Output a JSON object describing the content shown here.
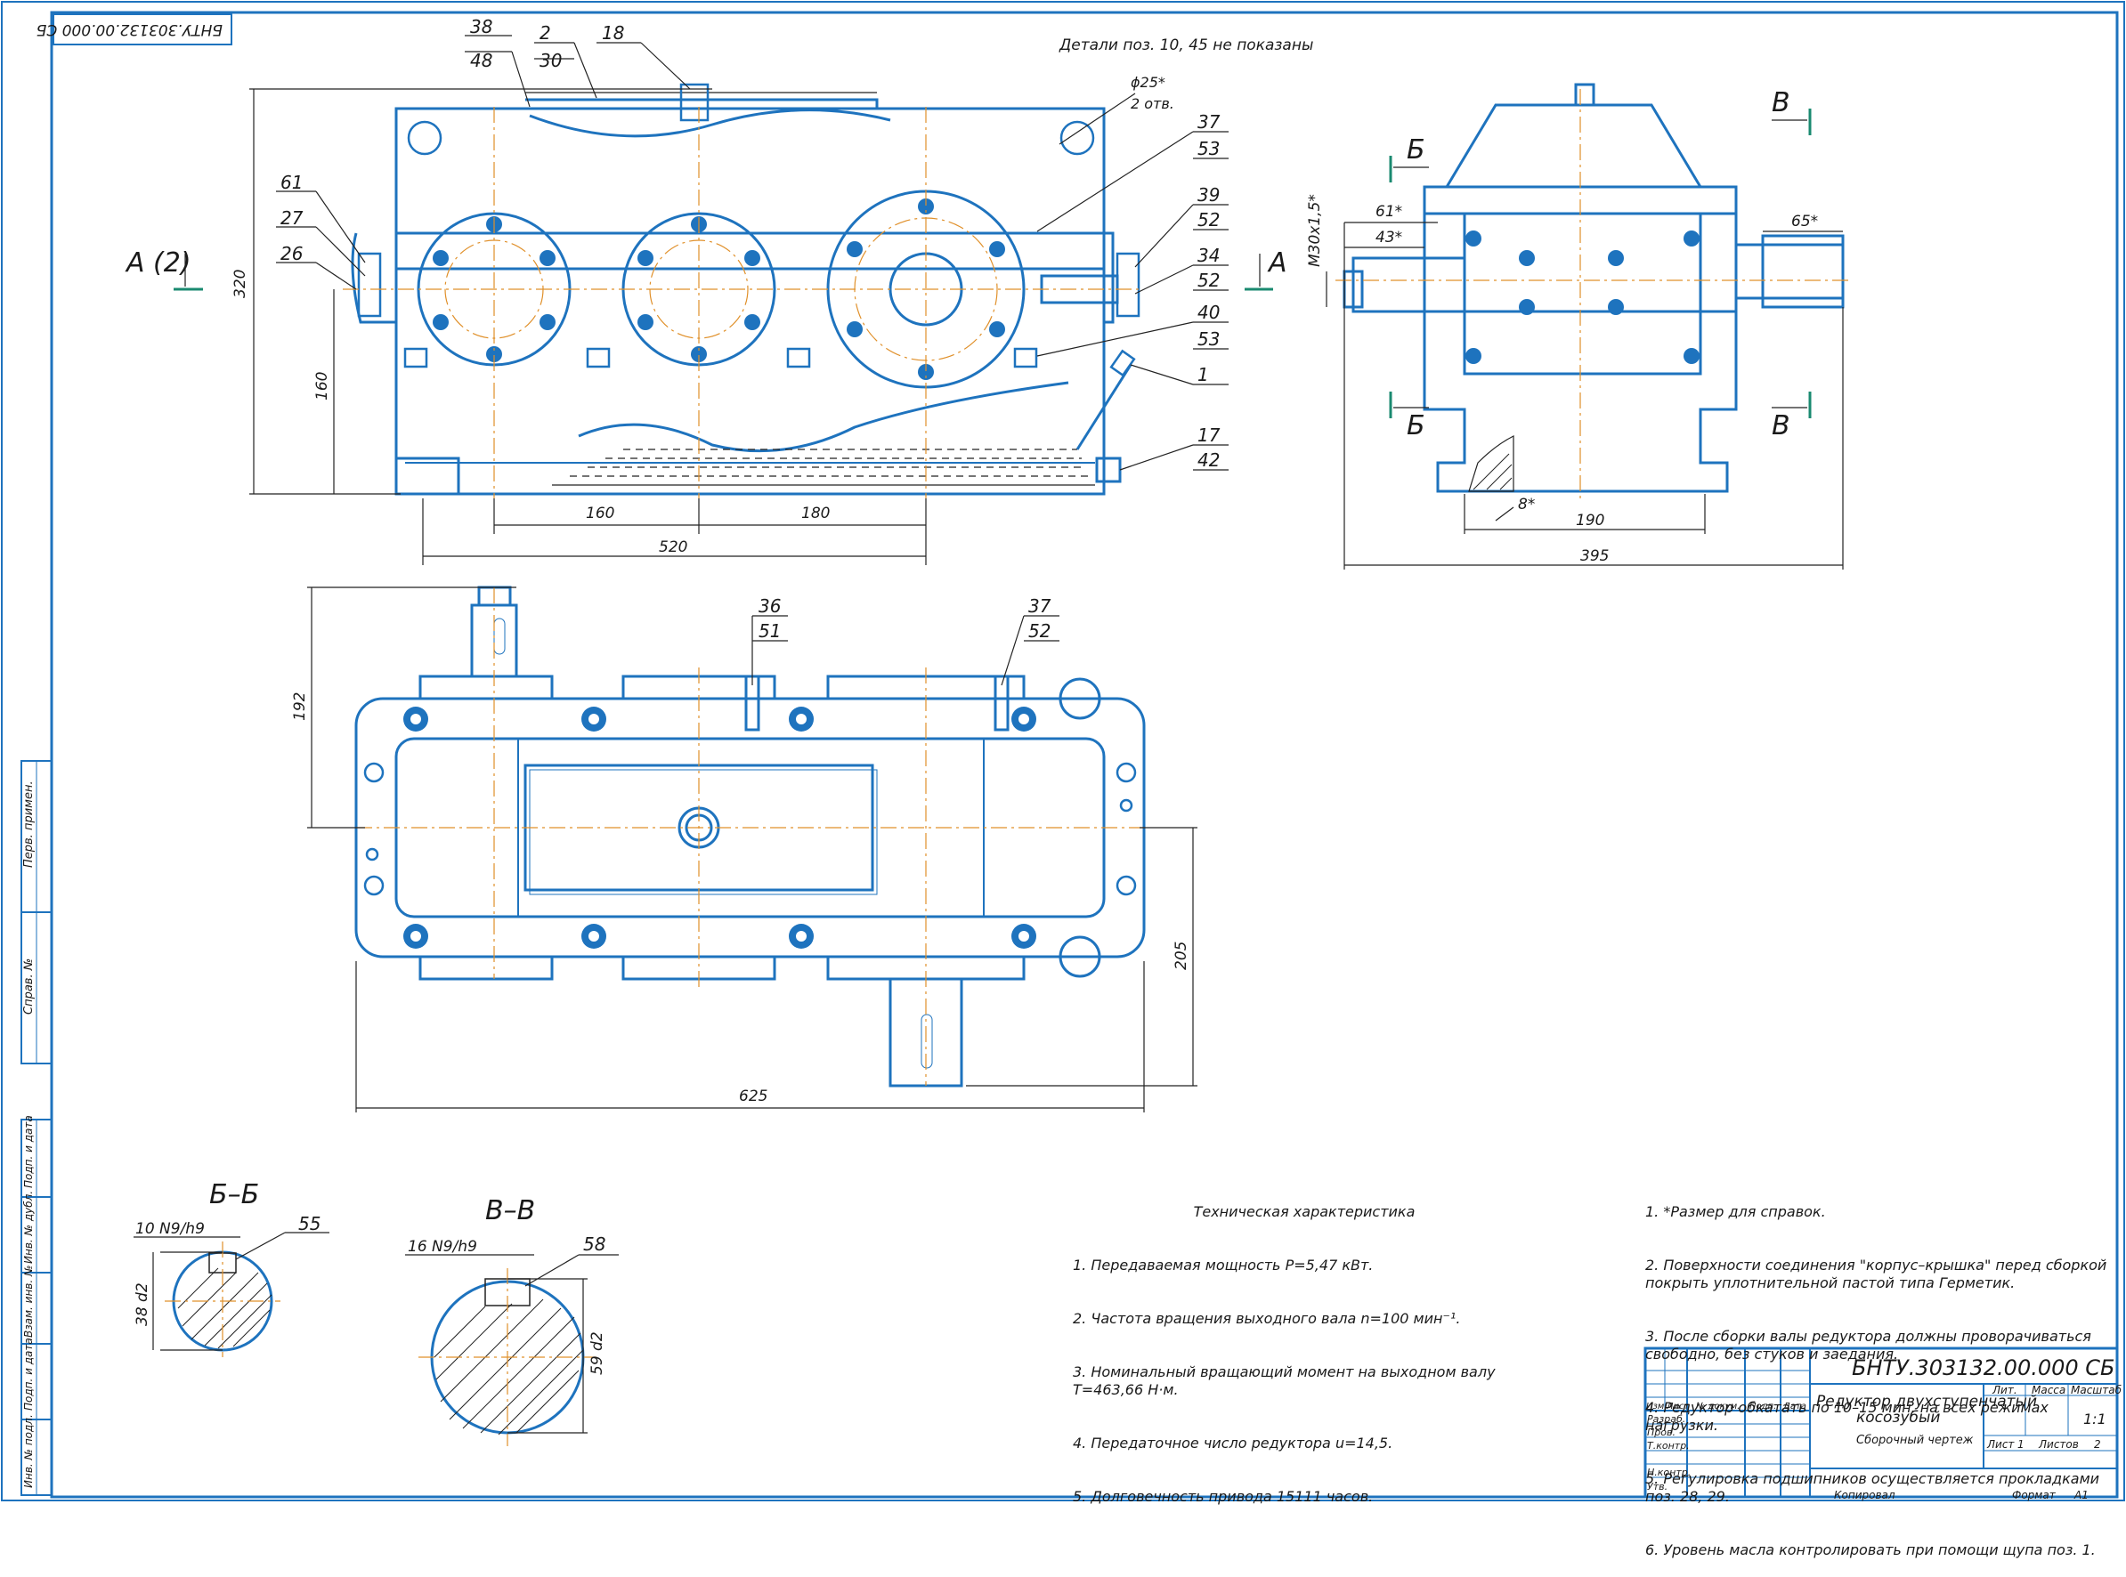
{
  "drawing_number": "БНТУ.303132.00.000 СБ",
  "drawing_number_stamp": "БНТУ.303132.00.000 СБ",
  "top_note": "Детали поз. 10, 45 не показаны",
  "views": {
    "section_a_label": "А (2)",
    "section_a_right": "А",
    "section_b": "Б",
    "section_v": "В",
    "section_bb_title": "Б–Б",
    "section_vv_title": "В–В"
  },
  "dimensions": {
    "d320": "320",
    "d160v": "160",
    "d160": "160",
    "d180": "180",
    "d520": "520",
    "d25": "ϕ25*",
    "holes": "2 отв.",
    "m30": "M30x1,5*",
    "d61": "61*",
    "d43": "43*",
    "d65": "65*",
    "d8": "8*",
    "d190": "190",
    "d395": "395",
    "d192": "192",
    "d205": "205",
    "d625": "625",
    "key10": "10 N9/h9",
    "key16": "16 N9/h9",
    "d38": "38 d2",
    "d59": "59 d2"
  },
  "callouts": {
    "c38": "38",
    "c48": "48",
    "c2": "2",
    "c30": "30",
    "c18": "18",
    "c61": "61",
    "c27": "27",
    "c26": "26",
    "c37": "37",
    "c53a": "53",
    "c39": "39",
    "c52a": "52",
    "c34": "34",
    "c52b": "52",
    "c40": "40",
    "c53b": "53",
    "c1": "1",
    "c17": "17",
    "c42": "42",
    "c36": "36",
    "c51": "51",
    "c37b": "37",
    "c52c": "52",
    "c55": "55",
    "c58": "58"
  },
  "tech_char": {
    "title": "Техническая характеристика",
    "lines": [
      "1. Передаваемая мощность P=5,47 кВт.",
      "2. Частота вращения выходного вала n=100 мин⁻¹.",
      "3. Номинальный вращающий момент на выходном валу T=463,66 Н·м.",
      "4. Передаточное число редуктора u=14,5.",
      "5. Долговечность привода 15111 часов."
    ]
  },
  "tech_req": [
    "1. *Размер для справок.",
    "2. Поверхности соединения \"корпус–крышка\" перед сборкой покрыть уплотнительной пастой типа Герметик.",
    "3. После сборки валы редуктора должны проворачиваться свободно, без стуков и заедания.",
    "4. Редуктор обкатать по 10–15 мин. на всех режимах нагрузки.",
    "5. Регулировка подшипников осуществляется прокладками поз. 28, 29.",
    "6. Уровень масла контролировать при помощи щупа поз. 1."
  ],
  "title_block": {
    "name_line1": "Редуктор двухступенчатый",
    "name_line2": "косозубый",
    "doc_type": "Сборочный чертеж",
    "lit": "Лит.",
    "mass": "Масса",
    "scale": "Масштаб",
    "scale_value": "1:1",
    "sheet": "Лист",
    "sheet_no": "1",
    "sheets": "Листов",
    "sheets_no": "2",
    "izm": "Изм.",
    "list": "Лист",
    "ndoc": "№ докум.",
    "podp": "Подп.",
    "data": "Дата",
    "razrab": "Разраб.",
    "prov": "Пров.",
    "tkontr": "Т.контр.",
    "nkontr": "Н.контр.",
    "utv": "Утв.",
    "kopiroval": "Копировал",
    "format": "Формат",
    "format_value": "А1"
  },
  "side_strip": {
    "perv": "Перв. примен.",
    "sprav": "Справ. №",
    "podp_data1": "Подп. и дата",
    "inv_dubl": "Инв. № дубл.",
    "vzam": "Взам. инв. №",
    "podp_data2": "Подп. и дата",
    "inv_podl": "Инв. № подл."
  },
  "colors": {
    "outline": "#1e73be",
    "center": "#e0902a",
    "ink": "#1a1a1a"
  }
}
